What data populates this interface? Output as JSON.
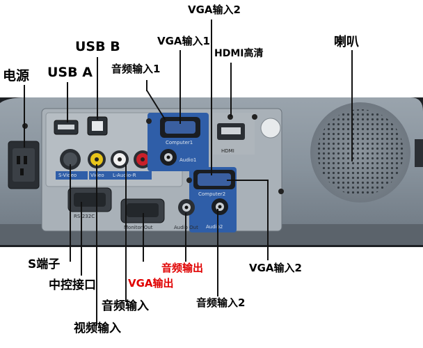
{
  "labels": {
    "power": "电源",
    "usb_a": "USB A",
    "usb_b": "USB B",
    "audio_in_1": "音频输入1",
    "vga_in_1": "VGA输入1",
    "vga_in_2_top": "VGA输入2",
    "hdmi": "HDMI高清",
    "speaker": "喇叭",
    "s_video": "S端子",
    "rs232": "中控接口",
    "vga_out": "VGA输出",
    "audio_out": "音频输出",
    "vga_in_2_bottom": "VGA输入2",
    "audio_in": "音频输入",
    "audio_in_2": "音频输入2",
    "video_in": "视频输入"
  },
  "panel_markings": {
    "computer1": "Computer1",
    "audio1": "Audio1",
    "computer2": "Computer2",
    "hdmi": "HDMI",
    "s_video": "S-Video",
    "video": "Video",
    "l_audio_r": "L-Audio-R",
    "rs232c": "RS-232C",
    "monitor_out": "Monitor Out",
    "audio_out": "Audio Out",
    "audio2": "Audio2"
  },
  "colors": {
    "highlight_red": "#e00000",
    "panel_blue": "#2f5ea8",
    "rca_yellow": "#e8c51a",
    "rca_white": "#f2f2f2",
    "rca_red": "#c8202a"
  }
}
